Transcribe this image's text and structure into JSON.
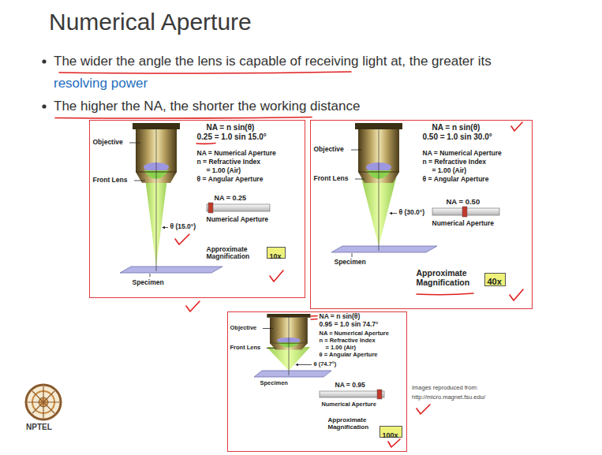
{
  "diagram": {
    "title": "Numerical Aperture",
    "nodes": [
      {
        "text": [
          "NA = n sin(θ)",
          "0.25 = 1.0 sin 15.0°",
          "NA = Numerical Aperture",
          "n = Refractive Index",
          "= 1.00 (Air)",
          "θ = Angular Aperture",
          "NA = 0.25",
          "Numerical Aperture",
          "Approximate Magnification",
          "Objective",
          "Front Lens",
          "θ (15.0°)",
          "Specimen"
        ]
      },
      {
        "text": [
          "10x"
        ],
        "in": 0
      },
      {
        "text": [
          "NA = n sin(θ)",
          "0.50 = 1.0 sin 30.0°",
          "NA = Numerical Aperture",
          "n = Refractive Index",
          "= 1.00 (Air)",
          "θ = Angular Aperture",
          "NA = 0.50",
          "Numerical Aperture",
          "Approximate Magnification",
          "Objective",
          "Front Lens",
          "θ (30.0°)",
          "Specimen"
        ]
      },
      {
        "text": [
          "40x"
        ],
        "in": 2
      },
      {
        "text": [
          "NA = n sin(θ)",
          "0.95 = 1.0 sin 74.7°",
          "NA = Numerical Aperture",
          "n = Refractive Index",
          "= 1.00 (Air)",
          "θ = Angular Aperture",
          "NA = 0.95",
          "Numerical Aperture",
          "Approximate Magnification",
          "Objective",
          "Front Lens",
          "θ (74.7°)",
          "Specimen"
        ]
      },
      {
        "text": [
          "100x"
        ],
        "in": 4
      }
    ],
    "labels": [
      "The wider the angle the lens is capable of receiving light at, the greater its",
      "resolving power",
      "The higher the NA, the shorter the working distance",
      "Images reproduced from:",
      "http://micro.magnet.fsu.edu/",
      "NPTEL"
    ]
  }
}
